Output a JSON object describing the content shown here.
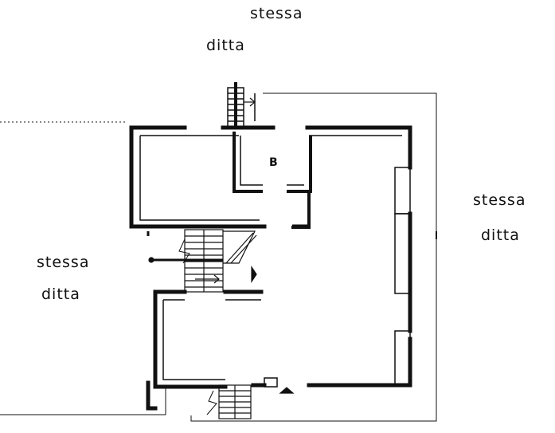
{
  "labels": {
    "top": {
      "line1": "stessa",
      "line2": "ditta"
    },
    "right": {
      "line1": "stessa",
      "line2": "ditta"
    },
    "left": {
      "line1": "stessa",
      "line2": "ditta"
    }
  },
  "rooms": {
    "b": {
      "label": "B"
    }
  },
  "colors": {
    "ink": "#111111",
    "background": "#ffffff"
  }
}
